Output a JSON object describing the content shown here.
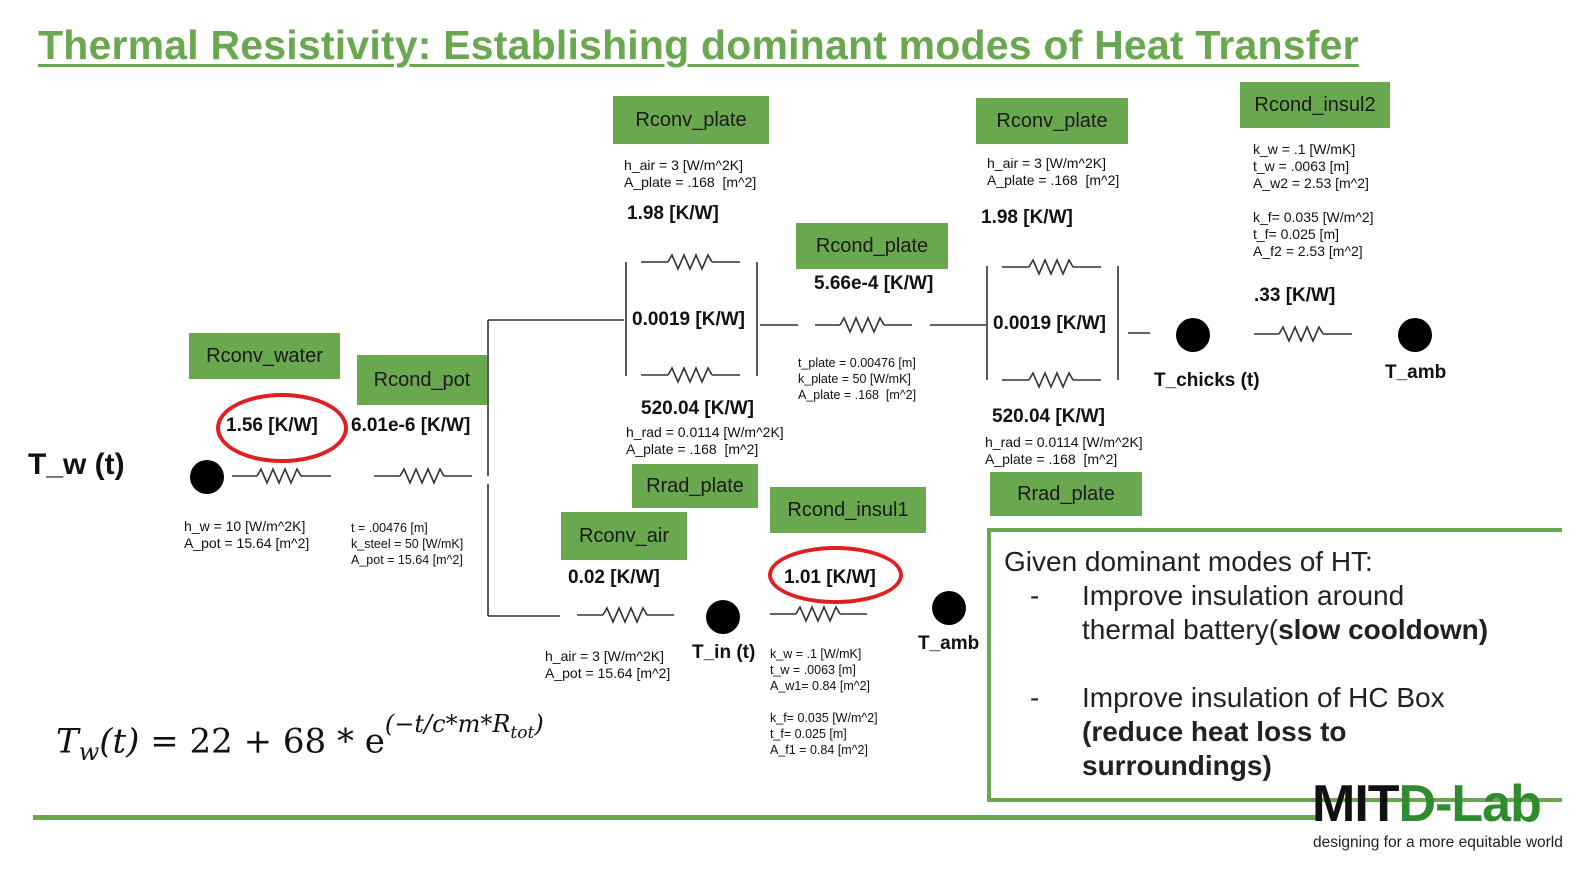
{
  "title": "Thermal Resistivity: Establishing dominant modes of Heat Transfer",
  "nodes": {
    "tw": "T_w (t)",
    "tin": "T_in (t)",
    "tamb_low": "T_amb",
    "tchicks": "T_chicks (t)",
    "tamb_high": "T_amb"
  },
  "resistors": {
    "rconv_water": {
      "label": "Rconv_water",
      "value": "1.56 [K/W]",
      "params": "h_w = 10 [W/m^2K]\nA_pot = 15.64 [m^2]"
    },
    "rcond_pot": {
      "label": "Rcond_pot",
      "value": "6.01e-6 [K/W]",
      "params": "t = .00476 [m]\nk_steel = 50 [W/mK]\nA_pot = 15.64 [m^2]"
    },
    "rconv_plate_1": {
      "label": "Rconv_plate",
      "value": "1.98 [K/W]",
      "params": "h_air = 3 [W/m^2K]\nA_plate = .168  [m^2]"
    },
    "parallel_1": "0.0019 [K/W]",
    "rrad_plate_1": {
      "label": "Rrad_plate",
      "value": "520.04 [K/W]",
      "params": "h_rad = 0.0114 [W/m^2K]\nA_plate = .168  [m^2]"
    },
    "rcond_plate": {
      "label": "Rcond_plate",
      "value": "5.66e-4 [K/W]",
      "params": "t_plate = 0.00476 [m]\nk_plate = 50 [W/mK]\nA_plate = .168  [m^2]"
    },
    "rconv_plate_2": {
      "label": "Rconv_plate",
      "value": "1.98 [K/W]",
      "params": "h_air = 3 [W/m^2K]\nA_plate = .168  [m^2]"
    },
    "parallel_2": "0.0019 [K/W]",
    "rrad_plate_2": {
      "label": "Rrad_plate",
      "value": "520.04 [K/W]",
      "params": "h_rad = 0.0114 [W/m^2K]\nA_plate = .168  [m^2]"
    },
    "rcond_insul2": {
      "label": "Rcond_insul2",
      "value": ".33 [K/W]",
      "params": "k_w = .1 [W/mK]\nt_w = .0063 [m]\nA_w2 = 2.53 [m^2]\n\nk_f= 0.035 [W/m^2]\nt_f= 0.025 [m]\nA_f2 = 2.53 [m^2]"
    },
    "rconv_air": {
      "label": "Rconv_air",
      "value": "0.02 [K/W]",
      "params": "h_air = 3 [W/m^2K]\nA_pot = 15.64 [m^2]"
    },
    "rcond_insul1": {
      "label": "Rcond_insul1",
      "value": "1.01 [K/W]",
      "params": "k_w = .1 [W/mK]\nt_w = .0063 [m]\nA_w1= 0.84 [m^2]\n\nk_f= 0.035 [W/m^2]\nt_f= 0.025 [m]\nA_f1 = 0.84 [m^2]"
    }
  },
  "panel": {
    "heading": "Given dominant modes of HT:",
    "bullet1_a": "Improve insulation around thermal battery(",
    "bullet1_b": "slow cooldown)",
    "bullet2_a": "Improve insulation of HC Box ",
    "bullet2_b": "(reduce heat loss to surroundings)",
    "dash": "-"
  },
  "formula": {
    "lhs": "T",
    "lhs_sub": "w",
    "arg": "(t)",
    "rhs": "= 22 + 68  * e",
    "exponent": "(−t/c*m*R",
    "exponent_sub": "tot",
    "exponent_close": ")"
  },
  "logo": {
    "mit": "MIT",
    "dlab": "D-Lab",
    "tagline": "designing for a more equitable world"
  },
  "colors": {
    "accent_green": "#6aa84f",
    "highlight_red": "#e02020"
  }
}
